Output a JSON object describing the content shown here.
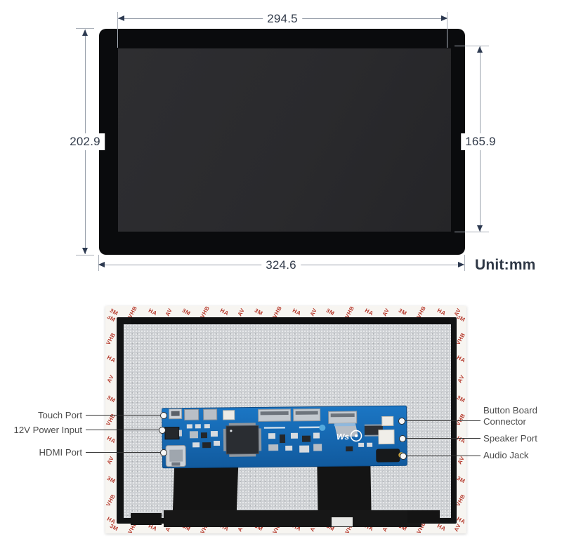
{
  "front_view": {
    "dim_top": "294.5",
    "dim_left": "202.9",
    "dim_right": "165.9",
    "dim_bottom": "324.6",
    "unit": "Unit:mm"
  },
  "back_view": {
    "labels_left": [
      "Touch Port",
      "12V Power Input",
      "HDMI Port"
    ],
    "labels_right": [
      "Button Board Connector",
      "Speaker Port",
      "Audio Jack"
    ],
    "tape_markings": [
      "3M",
      "VHB",
      "HA",
      "AV"
    ],
    "pcb_logo": "Ws"
  },
  "colors": {
    "dimension_text": "#323b4a",
    "dimension_line": "#98a0ab",
    "arrow": "#2c3950",
    "label_text": "#4c4c4c",
    "leader_line": "#303030",
    "pcb_blue": "#1767b2",
    "tape_red": "#b5392c",
    "panel_gray": "#cdd0d3",
    "bezel_black": "#0a0b0d"
  }
}
